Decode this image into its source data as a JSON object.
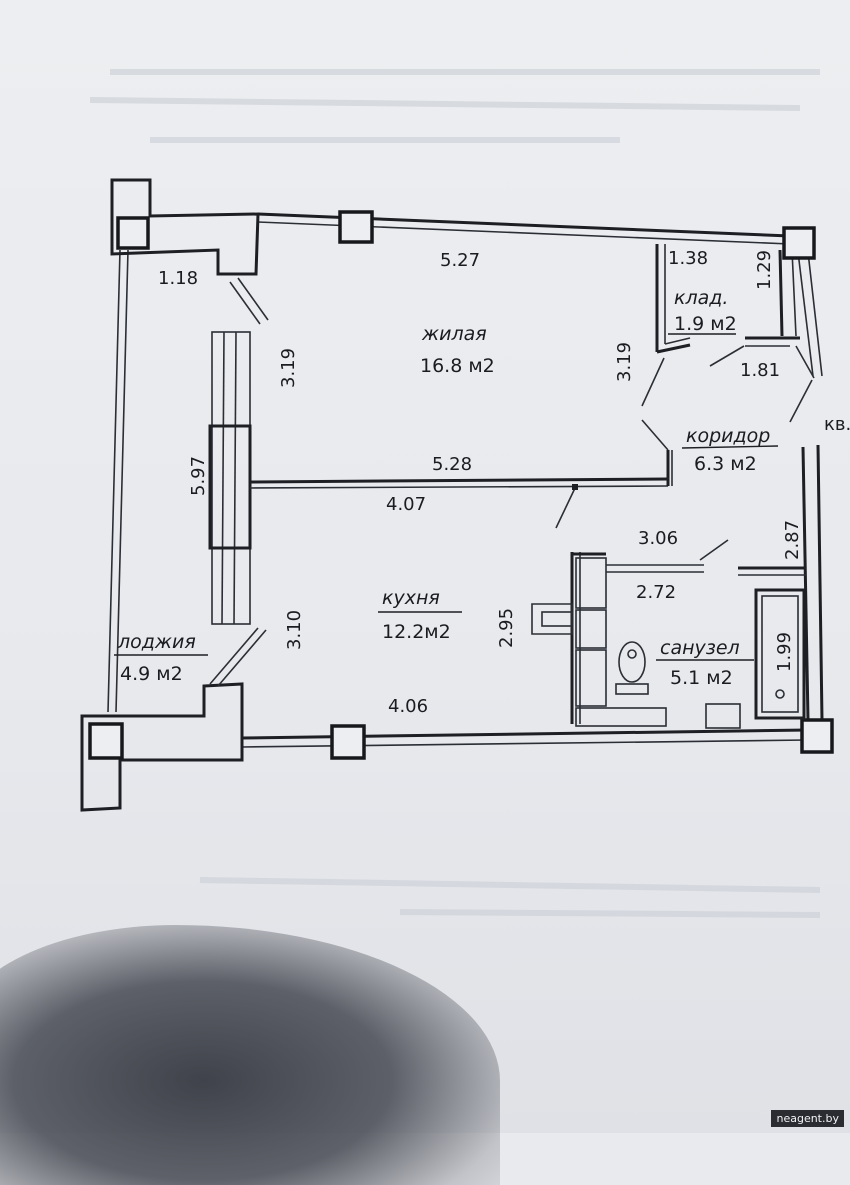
{
  "rooms": {
    "living": {
      "name": "жилая",
      "area": "16.8  м2"
    },
    "storage": {
      "name": "клад.",
      "area": "1.9 м2"
    },
    "corridor": {
      "name": "коридор",
      "area": "6.3 м2"
    },
    "kitchen": {
      "name": "кухня",
      "area": "12.2м2"
    },
    "loggia": {
      "name": "лоджия",
      "area": "4.9 м2"
    },
    "bathroom": {
      "name": "санузел",
      "area": "5.1 м2"
    }
  },
  "dimensions": {
    "living_top": "5.27",
    "living_mid": "5.28",
    "living_left": "3.19",
    "living_right": "3.19",
    "corner_top_left": "1.18",
    "storage_width": "1.38",
    "storage_height": "1.29",
    "storage_lower": "1.81",
    "loggia_length": "5.97",
    "kitchen_top": "4.07",
    "kitchen_bottom": "4.06",
    "kitchen_left": "3.10",
    "kitchen_right": "2.95",
    "bath_top": "3.06",
    "bath_inner": "2.72",
    "bath_right": "2.87",
    "bath_tub": "1.99"
  },
  "labels": {
    "kv": "кв."
  },
  "watermark": "neagent.by"
}
